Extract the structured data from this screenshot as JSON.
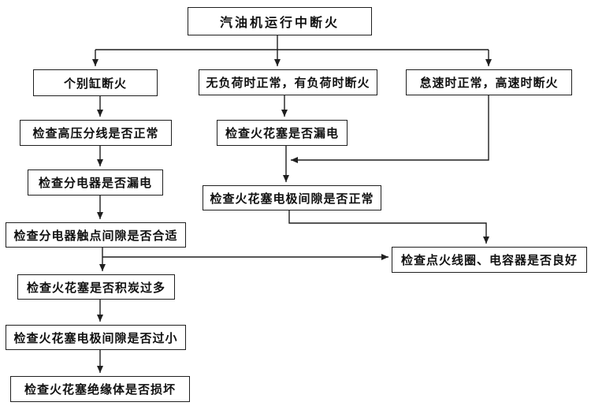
{
  "diagram": {
    "type": "flowchart",
    "background": "#ffffff",
    "line_color": "#1f1f1f",
    "text_color": "#111111",
    "nodes": {
      "root": {
        "label": "汽油机运行中断火"
      },
      "branch_cylinder": {
        "label": "个别缸断火"
      },
      "branch_load": {
        "label": "无负荷时正常，有负荷时断火"
      },
      "branch_idle": {
        "label": "怠速时正常，高速时断火"
      },
      "check_hv_wire": {
        "label": "检查高压分线是否正常"
      },
      "check_plug_leak": {
        "label": "检查火花塞是否漏电"
      },
      "check_dist_leak": {
        "label": "检查分电器是否漏电"
      },
      "check_plug_gap_normal": {
        "label": "检查火花塞电极间隙是否正常"
      },
      "check_contact_gap": {
        "label": "检查分电器触点间隙是否合适"
      },
      "check_coil_capacitor": {
        "label": "检查点火线圈、电容器是否良好"
      },
      "check_carbon": {
        "label": "检查火花塞是否积炭过多"
      },
      "check_plug_gap_small": {
        "label": "检查火花塞电极间隙是否过小"
      },
      "check_insulator": {
        "label": "检查火花塞绝缘体是否损坏"
      }
    },
    "edges": [
      {
        "from": "root",
        "to": "branch_cylinder"
      },
      {
        "from": "root",
        "to": "branch_load"
      },
      {
        "from": "root",
        "to": "branch_idle"
      },
      {
        "from": "branch_cylinder",
        "to": "check_hv_wire"
      },
      {
        "from": "check_hv_wire",
        "to": "check_dist_leak"
      },
      {
        "from": "check_dist_leak",
        "to": "check_contact_gap"
      },
      {
        "from": "check_contact_gap",
        "to": "check_carbon"
      },
      {
        "from": "check_carbon",
        "to": "check_plug_gap_small"
      },
      {
        "from": "check_plug_gap_small",
        "to": "check_insulator"
      },
      {
        "from": "branch_load",
        "to": "check_plug_leak"
      },
      {
        "from": "check_plug_leak",
        "to": "check_plug_gap_normal"
      },
      {
        "from": "branch_idle",
        "to": "check_plug_gap_normal"
      },
      {
        "from": "check_plug_gap_normal",
        "to": "check_coil_capacitor"
      },
      {
        "from": "check_contact_gap",
        "to": "check_coil_capacitor"
      }
    ]
  }
}
